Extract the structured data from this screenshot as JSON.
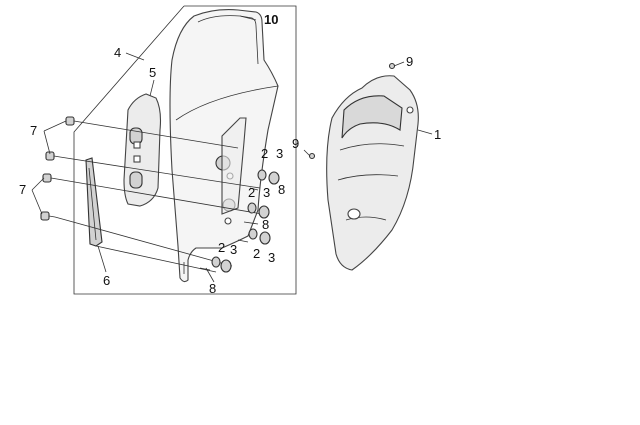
{
  "labels": {
    "windshield": "10",
    "kit_frame": "4",
    "bracket": "5",
    "cover": "1",
    "grommet_top": "9",
    "grommet_left": "9",
    "screw_top": "7",
    "screw_bottom": "7",
    "strip": "6",
    "washer_a": "2",
    "nut_a": "3",
    "bolt_a": "8",
    "washer_b": "2",
    "nut_b": "3",
    "bolt_b": "8",
    "washer_c": "2",
    "nut_c": "3",
    "washer_d": "2",
    "nut_d": "3",
    "bolt_d": "8"
  },
  "colors": {
    "line": "#333333",
    "part_fill": "#ececec",
    "part_shade": "#d2d2d2",
    "background": "#ffffff"
  }
}
